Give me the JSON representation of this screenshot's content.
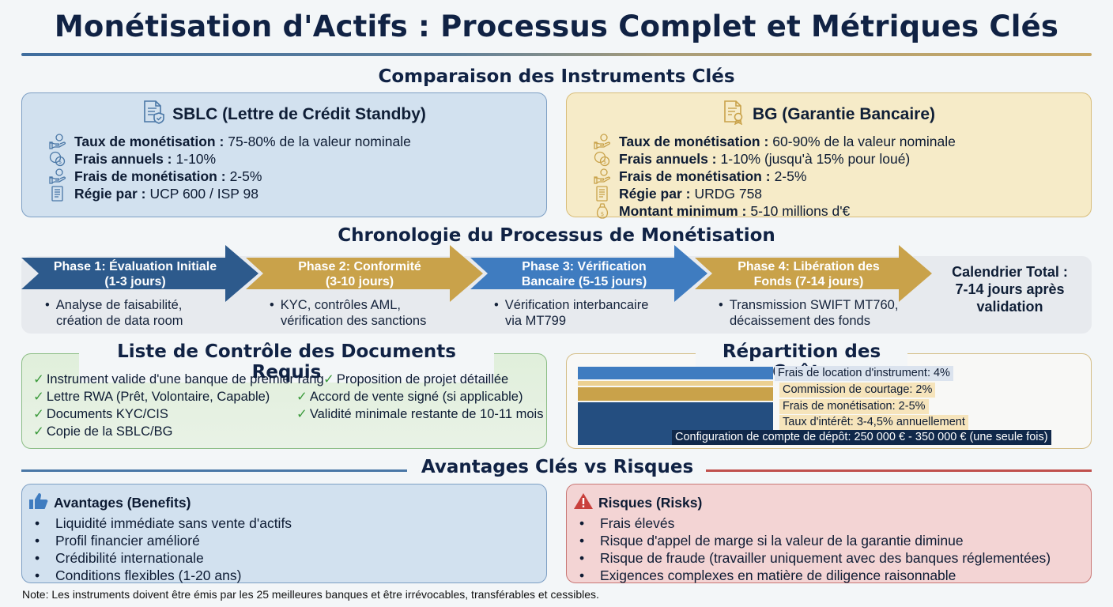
{
  "title": "Monétisation d'Actifs : Processus Complet et Métriques Clés",
  "comparison": {
    "heading": "Comparaison des Instruments Clés",
    "sblc": {
      "title": "SBLC (Lettre de Crédit Standby)",
      "icon": "document-shield-icon",
      "rows": [
        {
          "icon": "hand-coin-icon",
          "label": "Taux de monétisation :",
          "value": "75-80% de la valeur nominale"
        },
        {
          "icon": "coins-icon",
          "label": "Frais annuels :",
          "value": "1-10%"
        },
        {
          "icon": "hand-coin-icon",
          "label": "Frais de monétisation :",
          "value": "2-5%"
        },
        {
          "icon": "document-icon",
          "label": "Régie par :",
          "value": "UCP 600 / ISP 98"
        }
      ]
    },
    "bg": {
      "title": "BG (Garantie Bancaire)",
      "icon": "certificate-icon",
      "rows": [
        {
          "icon": "hand-coin-icon",
          "label": "Taux de monétisation :",
          "value": "60-90% de la valeur nominale"
        },
        {
          "icon": "coins-icon",
          "label": "Frais annuels :",
          "value": "1-10% (jusqu'à 15% pour loué)"
        },
        {
          "icon": "hand-coin-icon",
          "label": "Frais de monétisation :",
          "value": "2-5%"
        },
        {
          "icon": "document-icon",
          "label": "Régie par :",
          "value": "URDG 758"
        },
        {
          "icon": "money-bag-icon",
          "label": "Montant minimum :",
          "value": "5-10 millions d'€"
        }
      ]
    }
  },
  "timeline": {
    "heading": "Chronologie du Processus de Monétisation",
    "phases": [
      {
        "line1": "Phase 1: Évaluation Initiale",
        "line2": "(1-3 jours)",
        "desc1": "Analyse de faisabilité,",
        "desc2": "création de data room",
        "color": "#2d5a8c"
      },
      {
        "line1": "Phase 2: Conformité",
        "line2": "(3-10 jours)",
        "desc1": "KYC, contrôles AML,",
        "desc2": "vérification des sanctions",
        "color": "#c9a24a"
      },
      {
        "line1": "Phase 3: Vérification",
        "line2": "Bancaire (5-15 jours)",
        "desc1": "Vérification interbancaire",
        "desc2": "via MT799",
        "color": "#3f7cc0"
      },
      {
        "line1": "Phase 4: Libération des",
        "line2": "Fonds (7-14 jours)",
        "desc1": "Transmission SWIFT MT760,",
        "desc2": "décaissement des fonds",
        "color": "#c9a24a"
      }
    ],
    "bullet": "•",
    "total": {
      "line1": "Calendrier Total :",
      "line2": "7-14 jours après",
      "line3": "validation"
    }
  },
  "documents": {
    "heading": "Liste de Contrôle des Documents Requis",
    "check": "✓",
    "left": [
      "Instrument valide d'une banque de premier rang",
      "Lettre RWA (Prêt, Volontaire, Capable)",
      "Documents KYC/CIS",
      "Copie de la SBLC/BG"
    ],
    "right": [
      "Proposition de projet détaillée",
      "Accord de vente signé (si applicable)",
      "Validité minimale restante de 10-11 mois"
    ]
  },
  "costs": {
    "heading": "Répartition des Coûts",
    "items": [
      {
        "label": "Frais de location d'instrument: 4%",
        "color": "#3f7cc0",
        "label_bg": "#dbe3ee"
      },
      {
        "label": "Commission de courtage: 2%",
        "color": "#ecd091",
        "label_bg": "#f6e4bb"
      },
      {
        "label": "Frais de monétisation: 2-5%",
        "color": "#c9a24a",
        "label_bg": "#f6e4bb"
      },
      {
        "label": "Taux d'intérêt: 3-4,5% annuellement",
        "color": "#244e80",
        "label_bg": "#f6e4bb"
      },
      {
        "label": "Configuration de compte de dépôt: 250 000 € - 350 000 € (une seule fois)",
        "color": "#244e80",
        "label_bg": "#10284a"
      }
    ]
  },
  "advantages_risks": {
    "heading": "Avantages Clés vs Risques",
    "bullet": "•",
    "advantages": {
      "title": "Avantages (Benefits)",
      "icon": "thumbs-up-icon",
      "items": [
        "Liquidité immédiate sans vente d'actifs",
        "Profil financier amélioré",
        "Crédibilité internationale",
        "Conditions flexibles (1-20 ans)"
      ]
    },
    "risks": {
      "title": "Risques (Risks)",
      "icon": "warning-icon",
      "items": [
        "Frais élevés",
        "Risque d'appel de marge si la valeur de la garantie diminue",
        "Risque de fraude (travailler uniquement avec des banques réglementées)",
        "Exigences complexes en matière de diligence raisonnable"
      ]
    }
  },
  "note": "Note: Les instruments doivent être émis par les 25 meilleures banques et être irrévocables, transférables et cessibles."
}
